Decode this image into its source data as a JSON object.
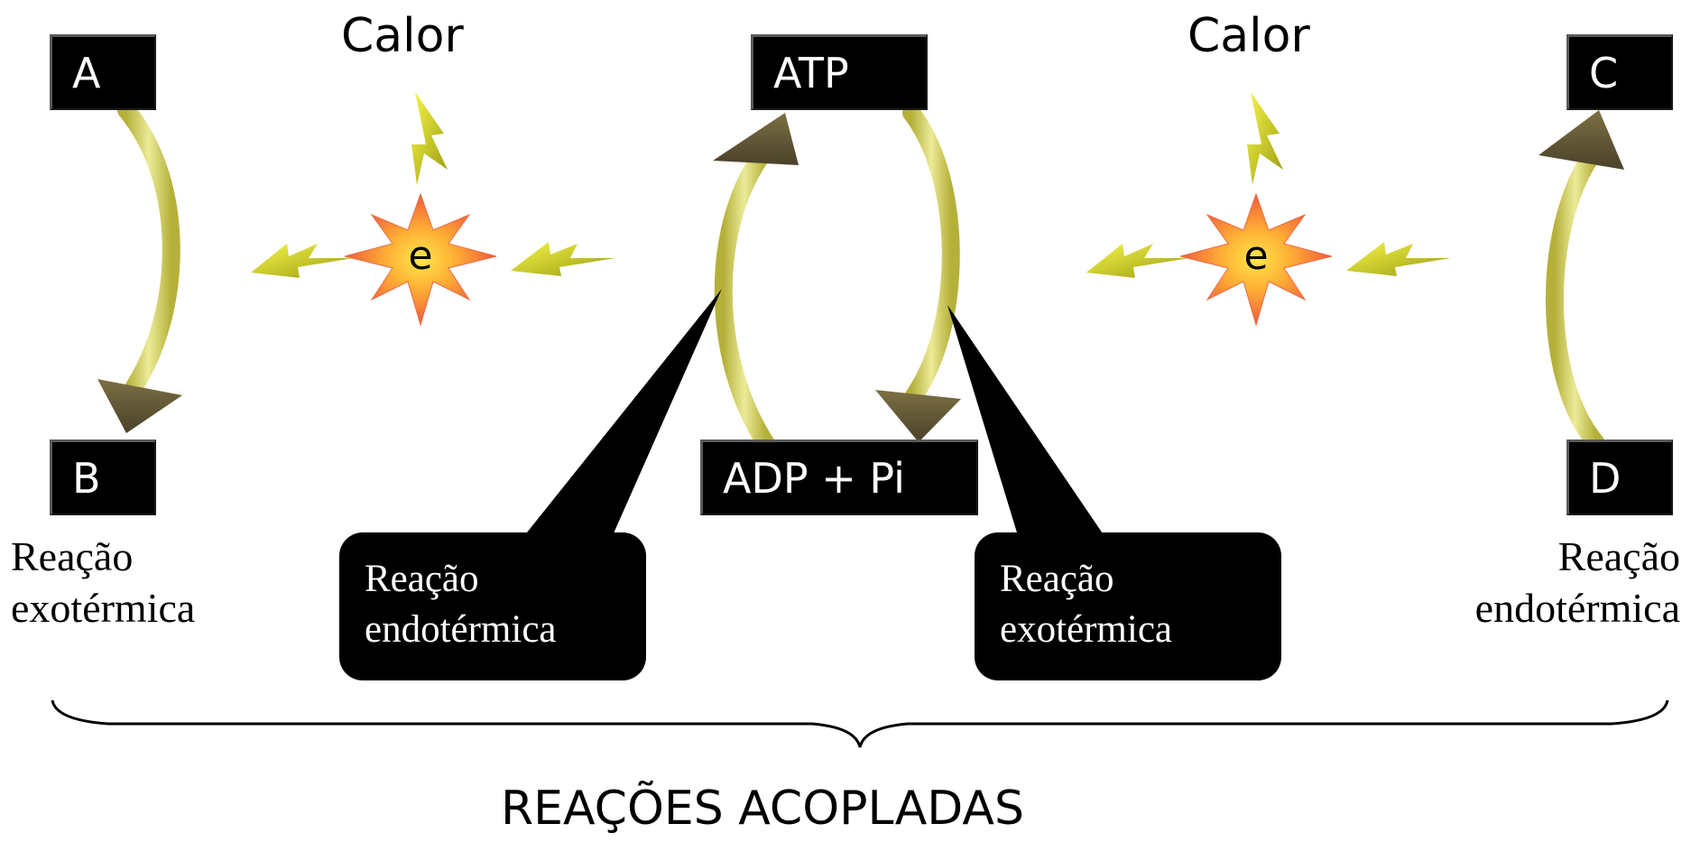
{
  "boxes": {
    "a": "A",
    "b": "B",
    "atp": "ATP",
    "adp_pi": "ADP + Pi",
    "c": "C",
    "d": "D"
  },
  "heat": {
    "left_label": "Calor",
    "right_label": "Calor",
    "left_energy": "e",
    "right_energy": "e"
  },
  "labels": {
    "left_reaction": [
      "Reação",
      "exotérmica"
    ],
    "right_reaction": [
      "Reação",
      "endotérmica"
    ]
  },
  "callouts": {
    "left": [
      "Reação",
      "endotérmica"
    ],
    "right": [
      "Reação",
      "exotérmica"
    ]
  },
  "footer": "REAÇÕES ACOPLADAS",
  "colors": {
    "arrow_body": "#e2e07c",
    "arrow_head": "#5a5033",
    "burst_outer": "#f26b3a",
    "burst_inner": "#ffd23a",
    "bolt": "#e8e81a",
    "box_fill": "#000000",
    "callout_fill": "#000000"
  }
}
